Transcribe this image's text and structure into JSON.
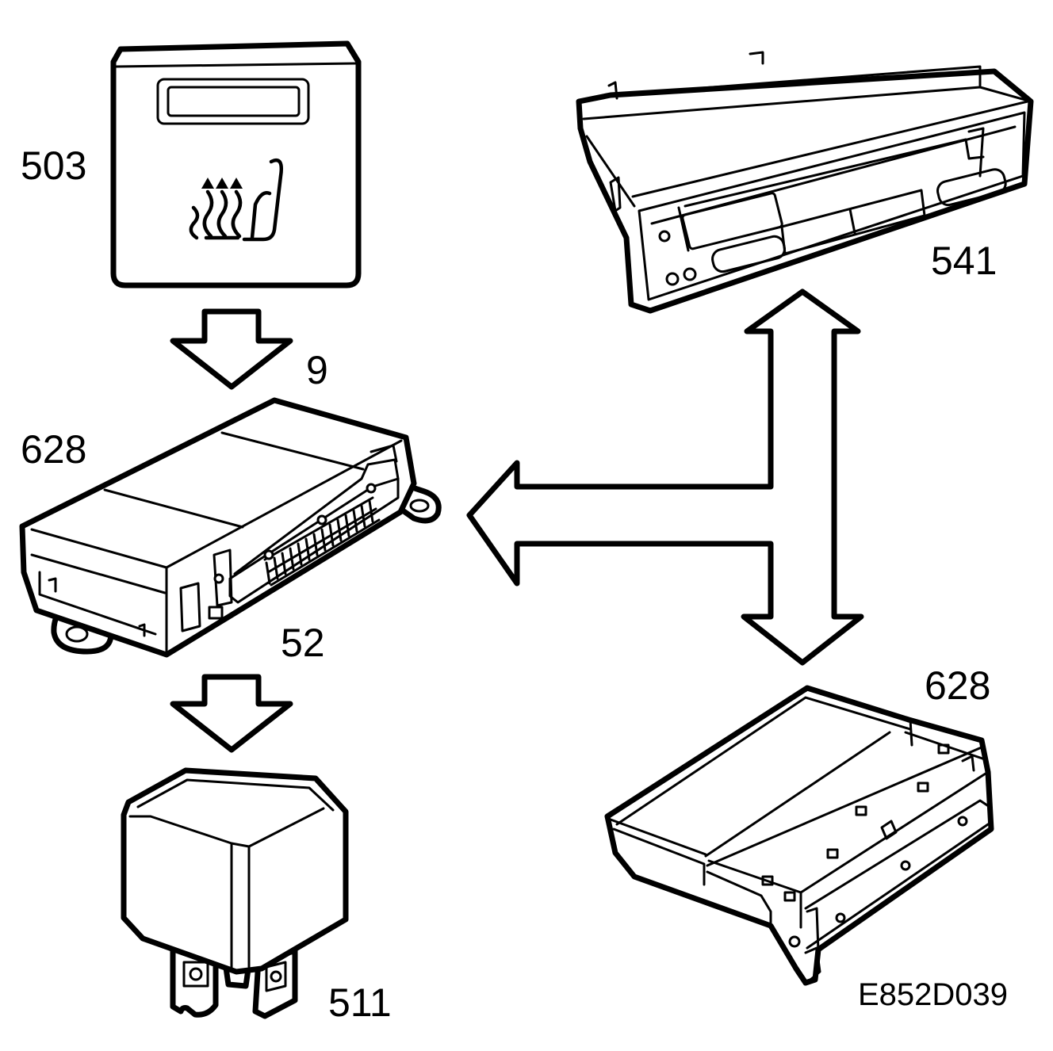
{
  "diagram": {
    "figure_code": "E852D039",
    "components": [
      {
        "id": "switch",
        "label": "503",
        "icon": "heated-seat-icon"
      },
      {
        "id": "control-module",
        "label": "628"
      },
      {
        "id": "information-display",
        "label": "541"
      },
      {
        "id": "relay",
        "label": "511"
      },
      {
        "id": "second-control-module",
        "label": "628"
      }
    ],
    "connections": [
      {
        "from": "switch",
        "to": "control-module",
        "label": "9",
        "direction": "down"
      },
      {
        "from": "control-module",
        "to": "relay",
        "label": "52",
        "direction": "down"
      },
      {
        "from": "information-display",
        "to": "second-control-module",
        "direction": "both"
      },
      {
        "from": "bus",
        "to": "control-module",
        "direction": "left"
      }
    ]
  }
}
